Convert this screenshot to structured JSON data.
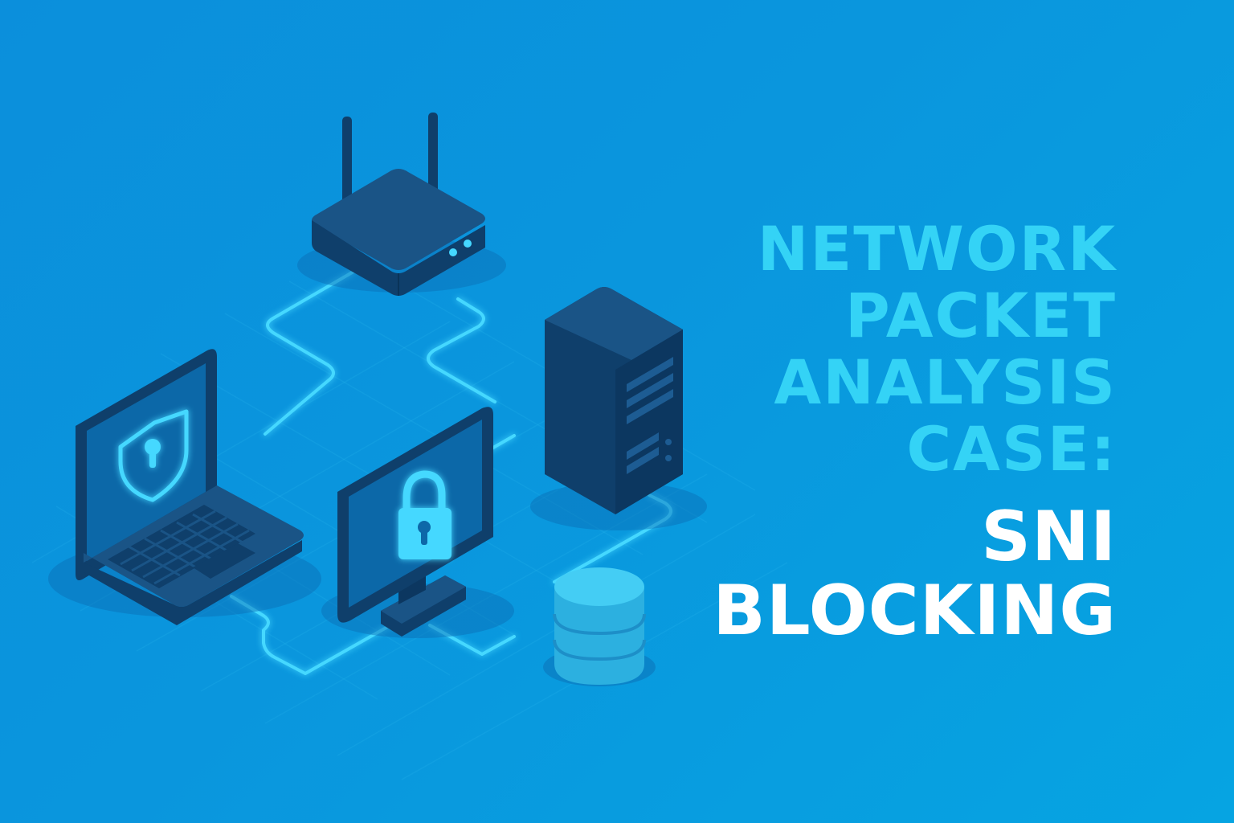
{
  "title": {
    "line1": "NETWORK",
    "line2": "PACKET",
    "line3": "ANALYSIS",
    "line4": "CASE:",
    "line5": "SNI",
    "line6": "BLOCKING"
  },
  "colors": {
    "background": "#0a96dd",
    "device_dark": "#0f3f6b",
    "device_top": "#1a5486",
    "device_screen": "#0c68a8",
    "glow_line": "#45d8ff",
    "title_cyan": "#34d3f6",
    "title_white": "#ffffff",
    "database": "#37c3ee"
  },
  "icons": [
    "router-icon",
    "server-tower-icon",
    "laptop-icon",
    "shield-keyhole-icon",
    "monitor-icon",
    "padlock-icon",
    "database-icon"
  ]
}
